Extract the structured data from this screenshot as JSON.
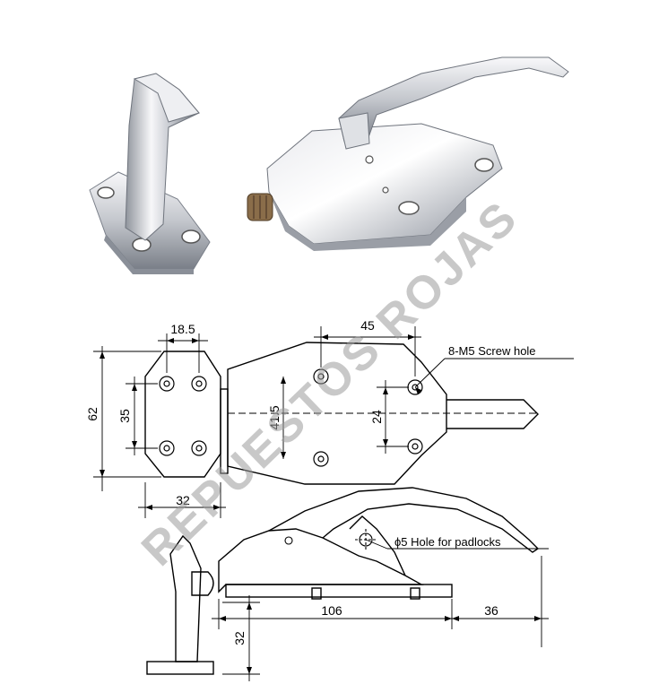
{
  "dimensions": {
    "d18_5": "18.5",
    "d45": "45",
    "d62": "62",
    "d35": "35",
    "d41_5": "41.5",
    "d24": "24",
    "d32_top": "32",
    "d106": "106",
    "d36": "36",
    "d32_side": "32"
  },
  "notes": {
    "screw_hole": "8-M5  Screw hole",
    "padlock_hole": "ϕ5  Hole for padlocks"
  },
  "watermark": "REPUESTOS ROJAS",
  "colors": {
    "line": "#000000",
    "chrome_light": "#f4f4f6",
    "chrome_mid": "#c9ccd2",
    "chrome_dark": "#7d828c",
    "roller": "#8a6d4a",
    "watermark": "#9a9a9a"
  }
}
